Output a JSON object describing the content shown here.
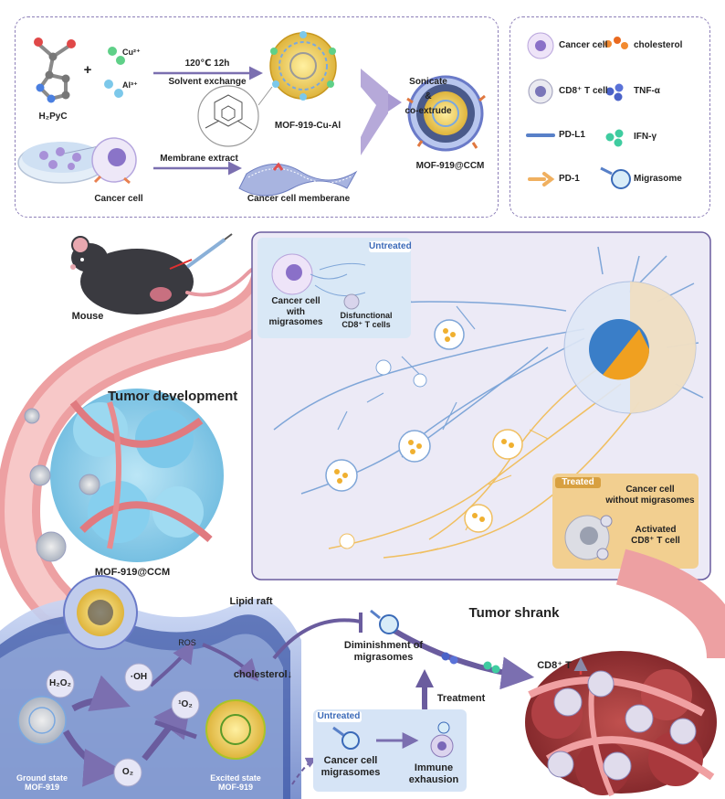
{
  "synthesis": {
    "ligand": "H₂PyC",
    "plus": "+",
    "cu_ion": "Cu²⁺",
    "al_ion": "Al³⁺",
    "condition": "120℃  12h",
    "process": "Solvent exchange",
    "mof_name": "MOF-919-Cu-Al",
    "cancer_cell": "Cancer cell",
    "membrane_step": "Membrane extract",
    "membrane_name": "Cancer cell memberane",
    "sonicate": "Sonicate",
    "amp": "&",
    "coextrude": "co-extrude",
    "product": "MOF-919@CCM"
  },
  "legend": {
    "items": [
      {
        "label": "Cancer cell"
      },
      {
        "label": "cholesterol"
      },
      {
        "label": "CD8⁺ T cell"
      },
      {
        "label": "TNF-α"
      },
      {
        "label": "PD-L1"
      },
      {
        "label": "IFN-γ"
      },
      {
        "label": "PD-1"
      },
      {
        "label": "Migrasome"
      }
    ]
  },
  "mouse_section": {
    "mouse": "Mouse",
    "tumor_dev": "Tumor development",
    "mof_ccm": "MOF-919@CCM"
  },
  "migrasome_panel": {
    "untreated_tag": "Untreated",
    "cancer_with_migrasomes": "Cancer cell\nwith migrasomes",
    "disfunctional": "Disfunctional\nCD8⁺ T cells",
    "treated_tag": "Treated",
    "without_migrasomes": "Cancer cell\nwithout migrasomes",
    "activated": "Activated\nCD8⁺ T cell"
  },
  "mechanism": {
    "lipid_raft": "Lipid raft",
    "ros": "ROS",
    "cholesterol": "cholesterol↓",
    "h2o2": "H₂O₂",
    "oh": "·OH",
    "singlet_o2": "¹O₂",
    "o2": "O₂",
    "ground": "Ground state\nMOF-919",
    "excited": "Excited state\nMOF-919",
    "diminishment": "Diminishment of\nmigrasomes",
    "treatment": "Treatment",
    "untreated_tag": "Untreated",
    "cancer_migrasomes": "Cancer cell\nmigrasomes",
    "immune_exhaustion": "Immune\nexhausion",
    "tumor_shrank": "Tumor shrank",
    "cd8": "CD8⁺ T"
  },
  "colors": {
    "panel_border": "#8d7fb8",
    "blue_fiber": "#7fa6d8",
    "orange_fiber": "#f0bf60",
    "vessel": "#e8888a",
    "tumor_blue": "#8ed0ec",
    "tumor_red": "#a8383c",
    "purple_panel": "#ece8f6",
    "arrow": "#6a5c9e"
  }
}
